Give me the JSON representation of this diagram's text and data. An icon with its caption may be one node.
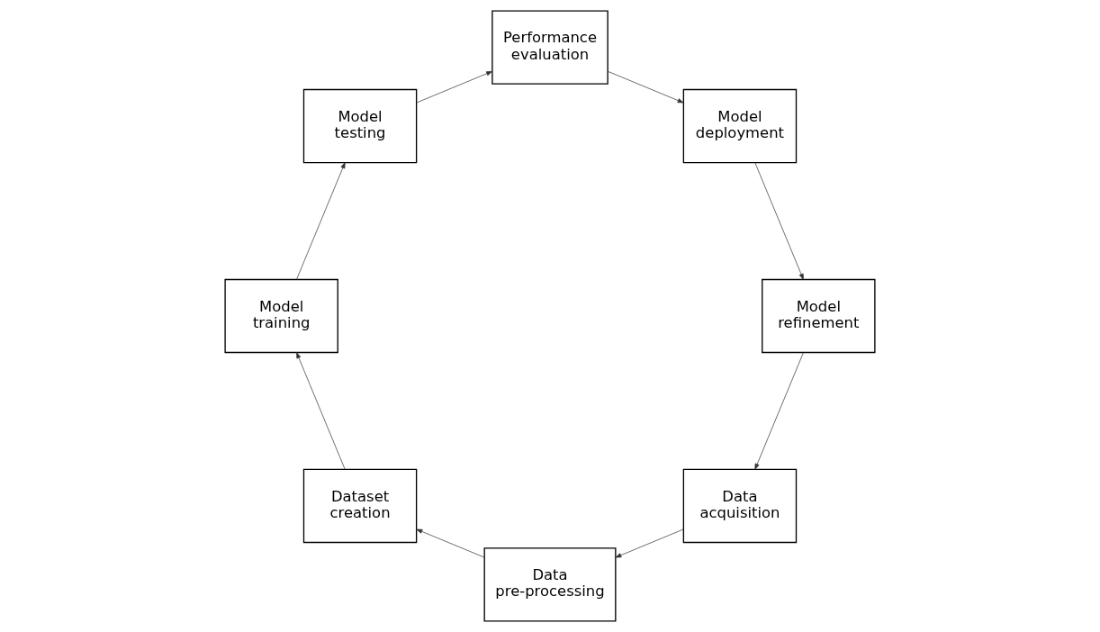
{
  "diagram": {
    "nodes": [
      {
        "text": [
          "Data acquisition"
        ]
      },
      {
        "text": [
          "Data pre-processing"
        ]
      },
      {
        "text": [
          "Dataset creation"
        ]
      },
      {
        "text": [
          "Model training"
        ]
      },
      {
        "text": [
          "Model testing"
        ]
      },
      {
        "text": [
          "Performance evaluation"
        ]
      },
      {
        "text": [
          "Model deployment"
        ]
      },
      {
        "text": [
          "Model refinement"
        ]
      }
    ],
    "edges": [
      {
        "from": 0,
        "to": 1,
        "arrow": "to"
      },
      {
        "from": 1,
        "to": 2,
        "arrow": "to"
      },
      {
        "from": 2,
        "to": 3,
        "arrow": "to"
      },
      {
        "from": 3,
        "to": 4,
        "arrow": "to"
      },
      {
        "from": 4,
        "to": 5,
        "arrow": "to"
      },
      {
        "from": 5,
        "to": 6,
        "arrow": "to"
      },
      {
        "from": 6,
        "to": 7,
        "arrow": "to"
      },
      {
        "from": 7,
        "to": 0,
        "arrow": "to"
      }
    ]
  }
}
